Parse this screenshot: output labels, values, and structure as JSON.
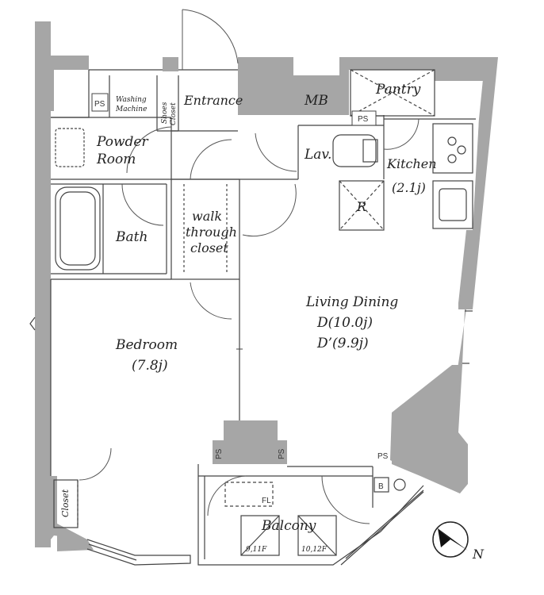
{
  "floorplan": {
    "rooms": {
      "entrance": "Entrance",
      "mb": "MB",
      "pantry": "Pantry",
      "powder_room_line1": "Powder",
      "powder_room_line2": "Room",
      "lav": "Lav.",
      "kitchen_line1": "Kitchen",
      "kitchen_line2": "(2.1j)",
      "bath": "Bath",
      "walk_through_line1": "walk",
      "walk_through_line2": "through",
      "walk_through_line3": "closet",
      "refrigerator": "R",
      "living_line1": "Living Dining",
      "living_line2": "D(10.0j)",
      "living_line3": "D’(9.9j)",
      "bedroom_line1": "Bedroom",
      "bedroom_line2": "(7.8j)",
      "balcony": "Balcony",
      "closet": "Closet",
      "washing_line1": "Washing",
      "washing_line2": "Machine",
      "shoes_line1": "Shoes",
      "shoes_line2": "Closet"
    },
    "markers": {
      "ps": "PS",
      "fl": "FL",
      "b": "B",
      "exit_left": "9,11F",
      "exit_right": "10,12F"
    },
    "compass": {
      "north": "N"
    },
    "colors": {
      "wall": "#a6a6a6",
      "line": "#444444",
      "fixture": "#666666"
    }
  }
}
